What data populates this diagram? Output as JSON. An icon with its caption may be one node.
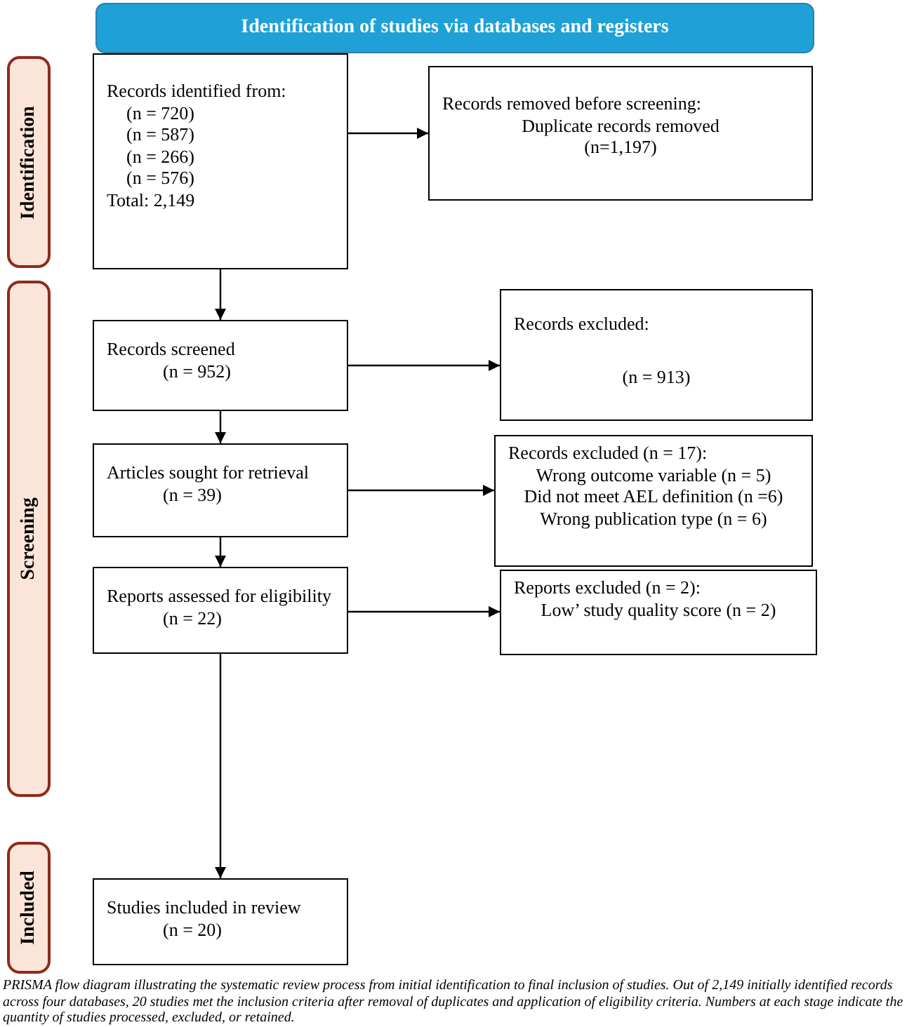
{
  "diagram": {
    "caption": "PRISMA flow diagram illustrating the systematic review process from initial identification to final inclusion of studies. Out of 2,149 initially identified records across four databases, 20 studies met the inclusion criteria after removal of duplicates and application of eligibility criteria. Numbers at each stage indicate the quantity of studies processed, excluded, or retained.",
    "nodes": [
      {
        "text": [
          "Identification of studies via databases and registers"
        ]
      },
      {
        "text": [
          "Identification"
        ]
      },
      {
        "text": [
          "Records identified from:",
          "(n = 720)",
          "(n = 587)",
          "(n = 266)",
          "(n = 576)",
          "Total: 2,149"
        ]
      },
      {
        "text": [
          "Records removed before screening:",
          "Duplicate records removed",
          "(n=1,197)"
        ]
      },
      {
        "text": [
          "Screening"
        ]
      },
      {
        "text": [
          "Records screened",
          "(n = 952)"
        ]
      },
      {
        "text": [
          "Records excluded:",
          "(n = 913)"
        ]
      },
      {
        "text": [
          "Articles sought for retrieval",
          "(n = 39)"
        ]
      },
      {
        "text": [
          "Records excluded (n = 17):",
          "Wrong outcome variable (n = 5)",
          "Did not meet AEL definition (n =6)",
          "Wrong publication type (n = 6)"
        ]
      },
      {
        "text": [
          "Reports assessed for eligibility",
          "(n = 22)"
        ]
      },
      {
        "text": [
          "Reports excluded (n = 2):",
          "Low’ study quality score (n = 2)"
        ]
      },
      {
        "text": [
          "Included"
        ]
      },
      {
        "text": [
          "Studies included in review",
          "(n = 20)"
        ]
      }
    ],
    "edges": [
      {
        "from": 2,
        "to": 3,
        "arrow": "to"
      },
      {
        "from": 2,
        "to": 5,
        "arrow": "to"
      },
      {
        "from": 5,
        "to": 6,
        "arrow": "to"
      },
      {
        "from": 5,
        "to": 7,
        "arrow": "to"
      },
      {
        "from": 7,
        "to": 8,
        "arrow": "to"
      },
      {
        "from": 7,
        "to": 9,
        "arrow": "to"
      },
      {
        "from": 9,
        "to": 10,
        "arrow": "to"
      },
      {
        "from": 9,
        "to": 12,
        "arrow": "to"
      }
    ]
  }
}
